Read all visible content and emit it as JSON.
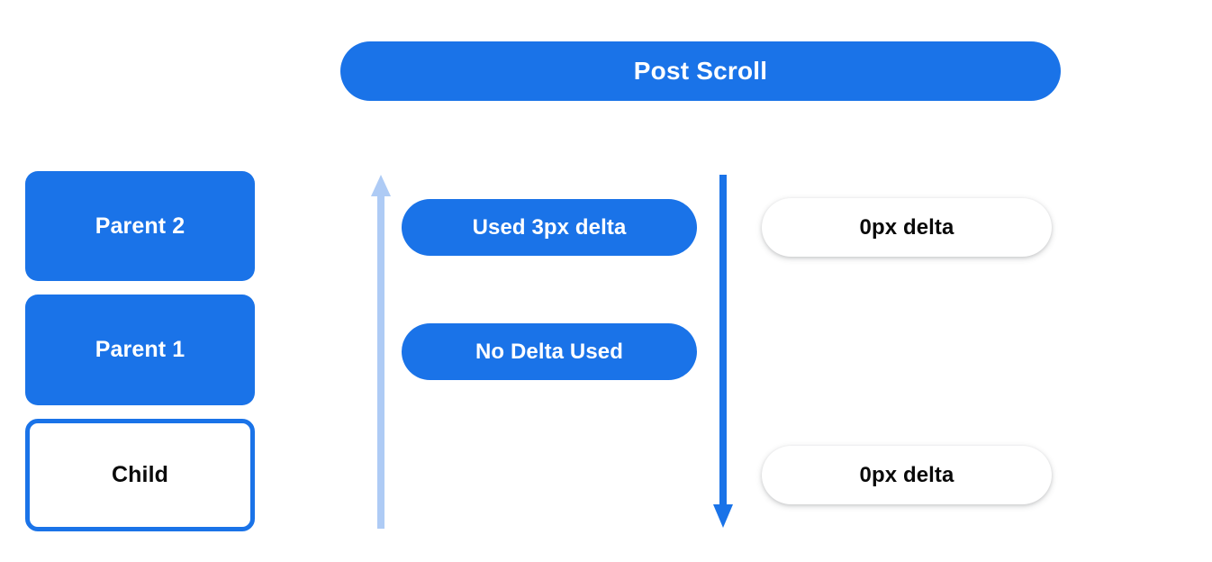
{
  "diagram": {
    "title": "Post Scroll",
    "background_color": "#ffffff",
    "accent_color": "#1a73e8",
    "muted_accent_color": "#aecbf5",
    "text_on_accent_color": "#ffffff",
    "text_dark_color": "#0a0a0a"
  },
  "header": {
    "title": "Post Scroll"
  },
  "stack": {
    "boxes": [
      {
        "label": "Parent 2",
        "style": "filled"
      },
      {
        "label": "Parent 1",
        "style": "filled"
      },
      {
        "label": "Child",
        "style": "outlined"
      }
    ]
  },
  "arrows": [
    {
      "name": "scroll-chain-up-arrow",
      "direction": "up",
      "color": "#aecbf5"
    },
    {
      "name": "scroll-chain-down-arrow",
      "direction": "down",
      "color": "#1a73e8"
    }
  ],
  "middle_column": {
    "pills": [
      {
        "label": "Used 3px delta"
      },
      {
        "label": "No Delta Used"
      }
    ]
  },
  "right_column": {
    "pills": [
      {
        "label": "0px delta"
      },
      {
        "label": "0px delta"
      }
    ]
  }
}
